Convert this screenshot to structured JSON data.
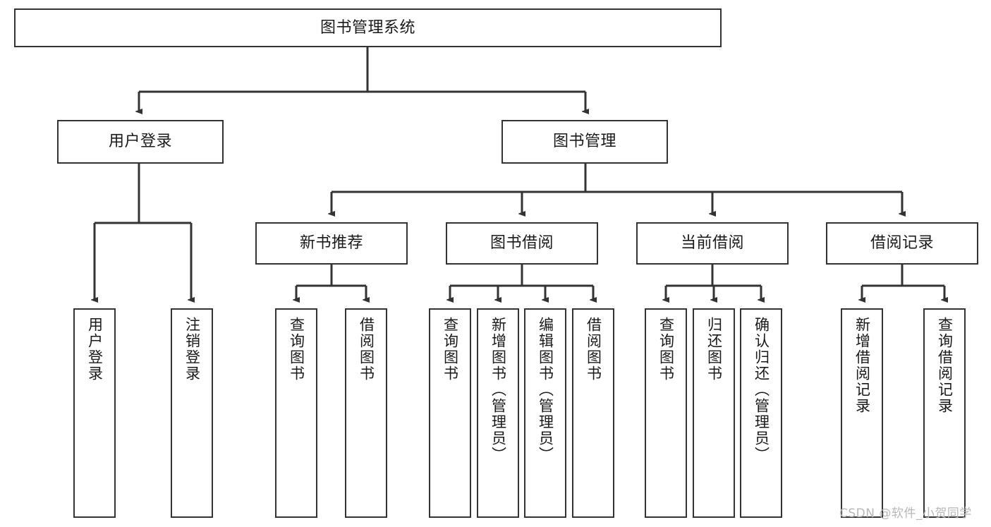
{
  "diagram": {
    "title": "图书管理系统",
    "watermark": "CSDN @软件_小贺同学",
    "style": {
      "line_color": "#333333",
      "box_border": "#333333",
      "box_fill": "#ffffff",
      "text_color": "#1a1a1a",
      "watermark_color": "#b8b8b8"
    },
    "levels": {
      "root": "图书管理系统",
      "level2": [
        "用户登录",
        "图书管理"
      ],
      "level3": [
        "新书推荐",
        "图书借阅",
        "当前借阅",
        "借阅记录"
      ],
      "level4": [
        "用户登录",
        "注销登录",
        "查询图书",
        "借阅图书",
        "查询图书",
        "新增图书（管理员）",
        "编辑图书（管理员）",
        "借阅图书",
        "查询图书",
        "归还图书",
        "确认归还（管理员）",
        "新增借阅记录",
        "查询借阅记录"
      ]
    },
    "nodes": {
      "root": {
        "label": "图书管理系统"
      },
      "user_login": {
        "label": "用户登录"
      },
      "book_manage": {
        "label": "图书管理"
      },
      "new_book_rec": {
        "label": "新书推荐"
      },
      "book_borrow": {
        "label": "图书借阅"
      },
      "current_borrow": {
        "label": "当前借阅"
      },
      "borrow_record": {
        "label": "借阅记录"
      },
      "leaf_user_login": {
        "label": "用户登录"
      },
      "leaf_logout": {
        "label": "注销登录"
      },
      "leaf_query_book_1": {
        "label": "查询图书"
      },
      "leaf_borrow_book_1": {
        "label": "借阅图书"
      },
      "leaf_query_book_2": {
        "label": "查询图书"
      },
      "leaf_add_book": {
        "label": "新增图书（管理员）"
      },
      "leaf_edit_book": {
        "label": "编辑图书（管理员）"
      },
      "leaf_borrow_book_2": {
        "label": "借阅图书"
      },
      "leaf_query_book_3": {
        "label": "查询图书"
      },
      "leaf_return_book": {
        "label": "归还图书"
      },
      "leaf_confirm_return": {
        "label": "确认归还（管理员）"
      },
      "leaf_add_record": {
        "label": "新增借阅记录"
      },
      "leaf_query_record": {
        "label": "查询借阅记录"
      }
    }
  }
}
